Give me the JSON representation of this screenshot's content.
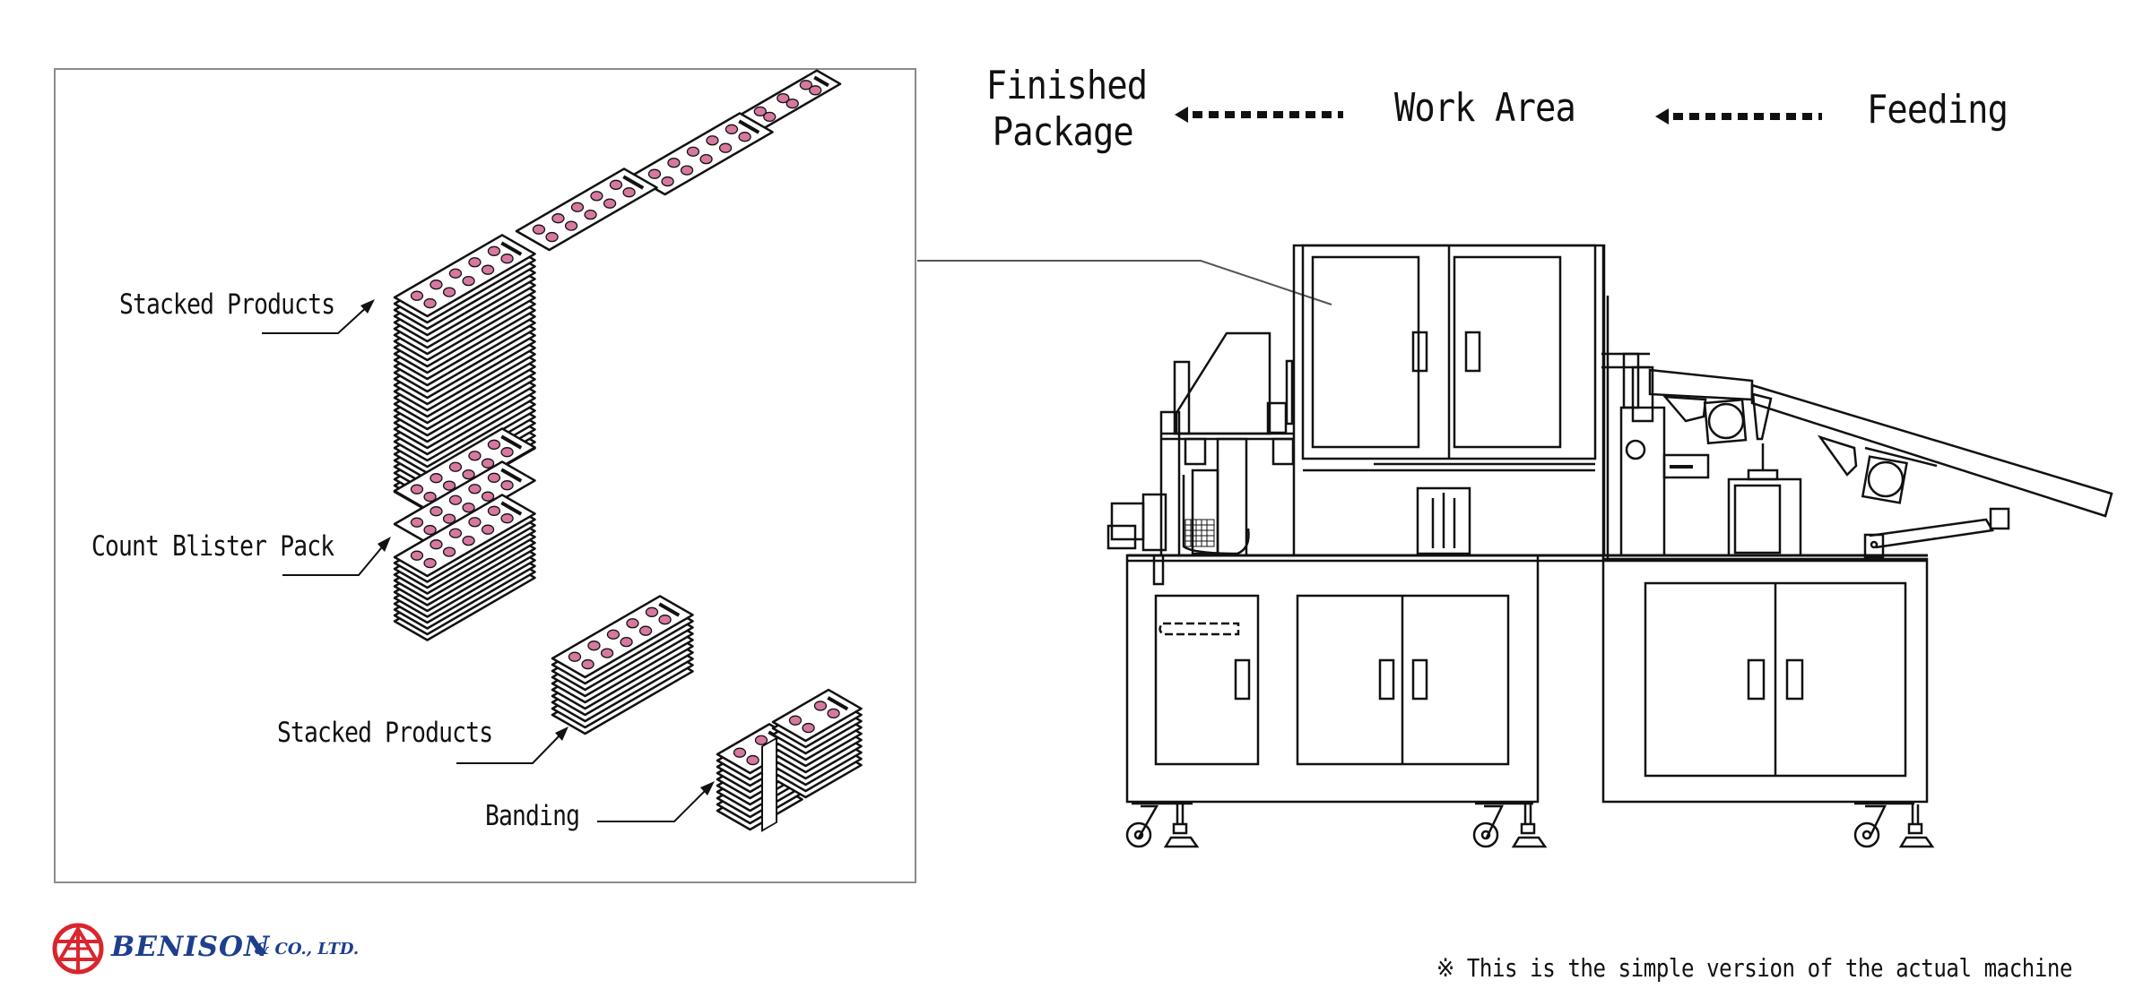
{
  "header": {
    "stages": [
      {
        "id": "finished",
        "lines": [
          "Finished",
          "Package"
        ]
      },
      {
        "id": "work",
        "label": "Work Area"
      },
      {
        "id": "feeding",
        "label": "Feeding"
      }
    ],
    "flow_direction": "right-to-left"
  },
  "panel": {
    "callouts": [
      {
        "id": "stacked-top",
        "label": "Stacked Products"
      },
      {
        "id": "count-blister",
        "label": "Count Blister Pack"
      },
      {
        "id": "stacked-bottom",
        "label": "Stacked Products"
      },
      {
        "id": "banding",
        "label": "Banding"
      }
    ]
  },
  "footer": {
    "company": "BENISON",
    "company_suffix": "& CO., LTD.",
    "note_symbol": "※",
    "note": "This is the simple version of the actual machine"
  },
  "colors": {
    "blister_dot": "#d6789f",
    "panel_border": "#8a8a8a",
    "logo_red": "#d9262e",
    "logo_blue": "#1d3f8e",
    "line": "#111111"
  }
}
